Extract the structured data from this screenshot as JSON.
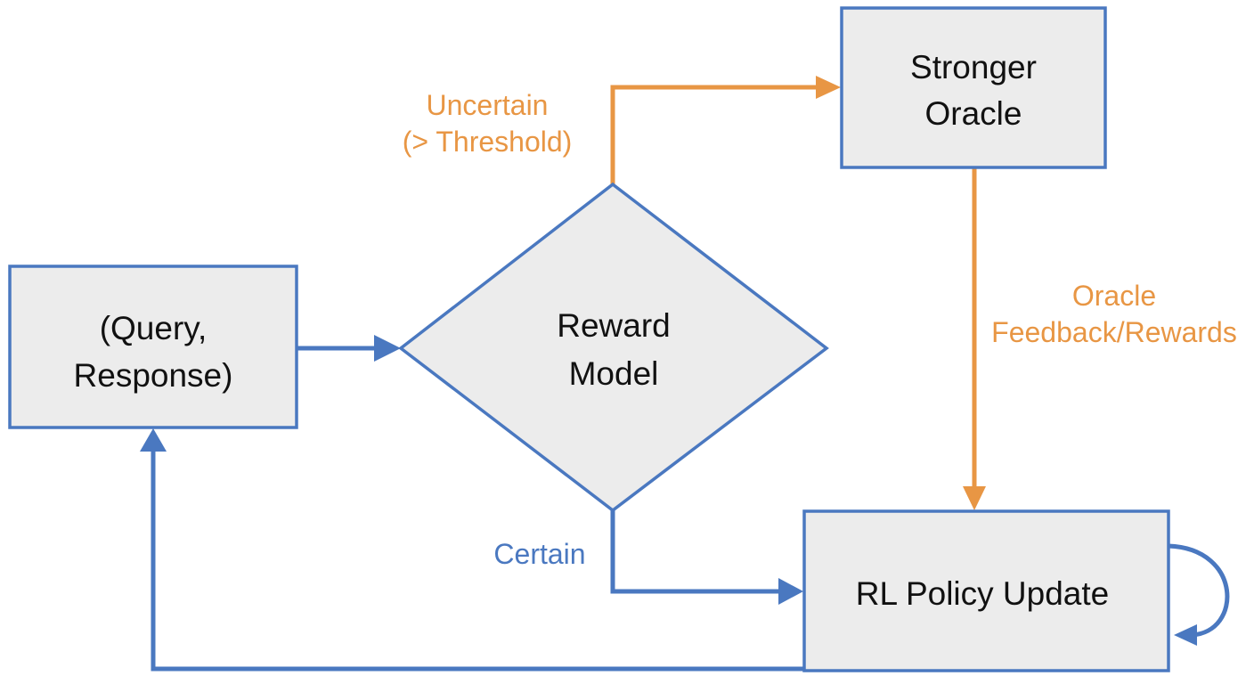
{
  "colors": {
    "node_fill": "#ececec",
    "node_stroke": "#4a78c0",
    "blue_edge": "#4a78c0",
    "orange_edge": "#e89644",
    "text": "#111111"
  },
  "nodes": {
    "query_response": {
      "line1": "(Query,",
      "line2": "Response)"
    },
    "reward_model": {
      "line1": "Reward",
      "line2": "Model"
    },
    "stronger_oracle": {
      "line1": "Stronger",
      "line2": "Oracle"
    },
    "rl_policy_update": {
      "line1": "RL Policy Update"
    }
  },
  "edge_labels": {
    "uncertain": {
      "line1": "Uncertain",
      "line2": "(> Threshold)"
    },
    "oracle_feedback": {
      "line1": "Oracle",
      "line2": "Feedback/Rewards"
    },
    "certain": "Certain"
  }
}
